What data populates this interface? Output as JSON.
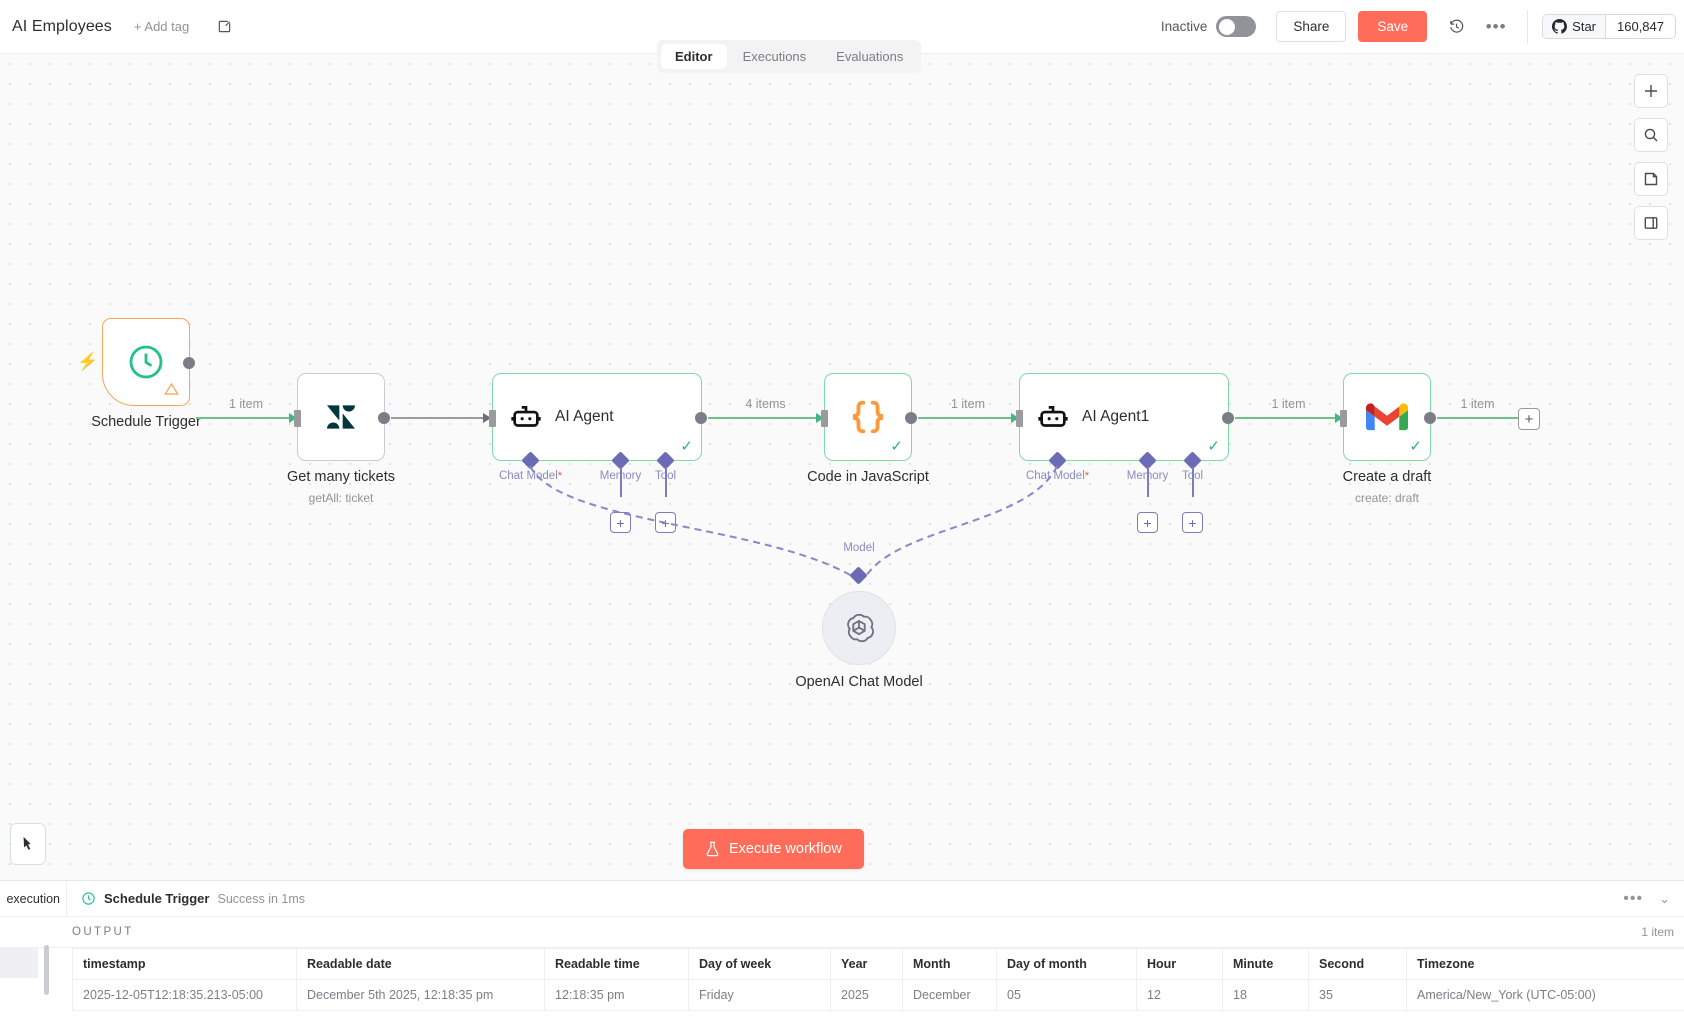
{
  "header": {
    "workflow_title": "AI Employees",
    "add_tag_label": "+ Add tag",
    "edit_icon": "pencil-square-icon",
    "inactive_label": "Inactive",
    "share_label": "Share",
    "save_label": "Save",
    "history_icon": "history-clock-icon",
    "more_icon": "ellipsis-icon",
    "github": {
      "star_label": "Star",
      "star_count": "160,847",
      "icon": "github-icon"
    }
  },
  "tabs": [
    {
      "label": "Editor",
      "active": true
    },
    {
      "label": "Executions",
      "active": false
    },
    {
      "label": "Evaluations",
      "active": false
    }
  ],
  "right_tools": [
    {
      "name": "add-node-button",
      "icon": "plus-icon",
      "glyph": "+"
    },
    {
      "name": "search-nodes-button",
      "icon": "search-icon",
      "glyph": "⌕"
    },
    {
      "name": "sticky-note-button",
      "icon": "note-icon",
      "glyph": "▤"
    },
    {
      "name": "toggle-panel-button",
      "icon": "panel-icon",
      "glyph": "▭"
    }
  ],
  "canvas": {
    "nodes": [
      {
        "id": "schedule-trigger",
        "label": "Schedule Trigger",
        "sublabel": "",
        "icon": "clock-icon",
        "state": "warning"
      },
      {
        "id": "get-many-tickets",
        "label": "Get many tickets",
        "sublabel": "getAll: ticket",
        "icon": "zendesk-icon",
        "state": "default"
      },
      {
        "id": "ai-agent",
        "label": "AI Agent",
        "sublabel": "",
        "icon": "robot-icon",
        "state": "success",
        "inline_title": "AI Agent"
      },
      {
        "id": "code-in-javascript",
        "label": "Code in JavaScript",
        "sublabel": "",
        "icon": "braces-icon",
        "state": "success"
      },
      {
        "id": "ai-agent-1",
        "label": "AI Agent1",
        "sublabel": "",
        "icon": "robot-icon",
        "state": "success",
        "inline_title": "AI Agent1"
      },
      {
        "id": "create-a-draft",
        "label": "Create a draft",
        "sublabel": "create: draft",
        "icon": "gmail-icon",
        "state": "success"
      },
      {
        "id": "openai-chat-model",
        "label": "OpenAI Chat Model",
        "sublabel": "",
        "icon": "openai-icon",
        "state": "default"
      }
    ],
    "connection_labels": {
      "trigger_to_zendesk": "1 item",
      "zendesk_to_agent": "",
      "agent_to_code": "4 items",
      "code_to_agent1": "1 item",
      "agent1_to_gmail": "1 item",
      "gmail_to_end": "1 item"
    },
    "sub_ports": {
      "chat_model": "Chat Model",
      "memory": "Memory",
      "tool": "Tool",
      "model": "Model",
      "required_marker": "*"
    },
    "execute_button": "Execute workflow",
    "execute_icon": "flask-icon",
    "tidy_button_icon": "tidy-up-icon"
  },
  "bottom_panel": {
    "execution_col_label": "execution",
    "node_name": "Schedule Trigger",
    "node_icon": "clock-icon",
    "status": "Success in 1ms",
    "more_icon": "ellipsis-icon",
    "collapse_icon": "chevron-down-icon",
    "output_label": "OUTPUT",
    "item_count": "1 item",
    "columns": [
      "timestamp",
      "Readable date",
      "Readable time",
      "Day of week",
      "Year",
      "Month",
      "Day of month",
      "Hour",
      "Minute",
      "Second",
      "Timezone"
    ],
    "rows": [
      [
        "2025-12-05T12:18:35.213-05:00",
        "December 5th 2025, 12:18:35 pm",
        "12:18:35 pm",
        "Friday",
        "2025",
        "December",
        "05",
        "12",
        "18",
        "35",
        "America/New_York (UTC-05:00)"
      ]
    ]
  },
  "colors": {
    "accent": "#ff6d5a",
    "success": "#41b883",
    "warning": "#f0a95d",
    "ai_purple": "#6b6bb5"
  }
}
